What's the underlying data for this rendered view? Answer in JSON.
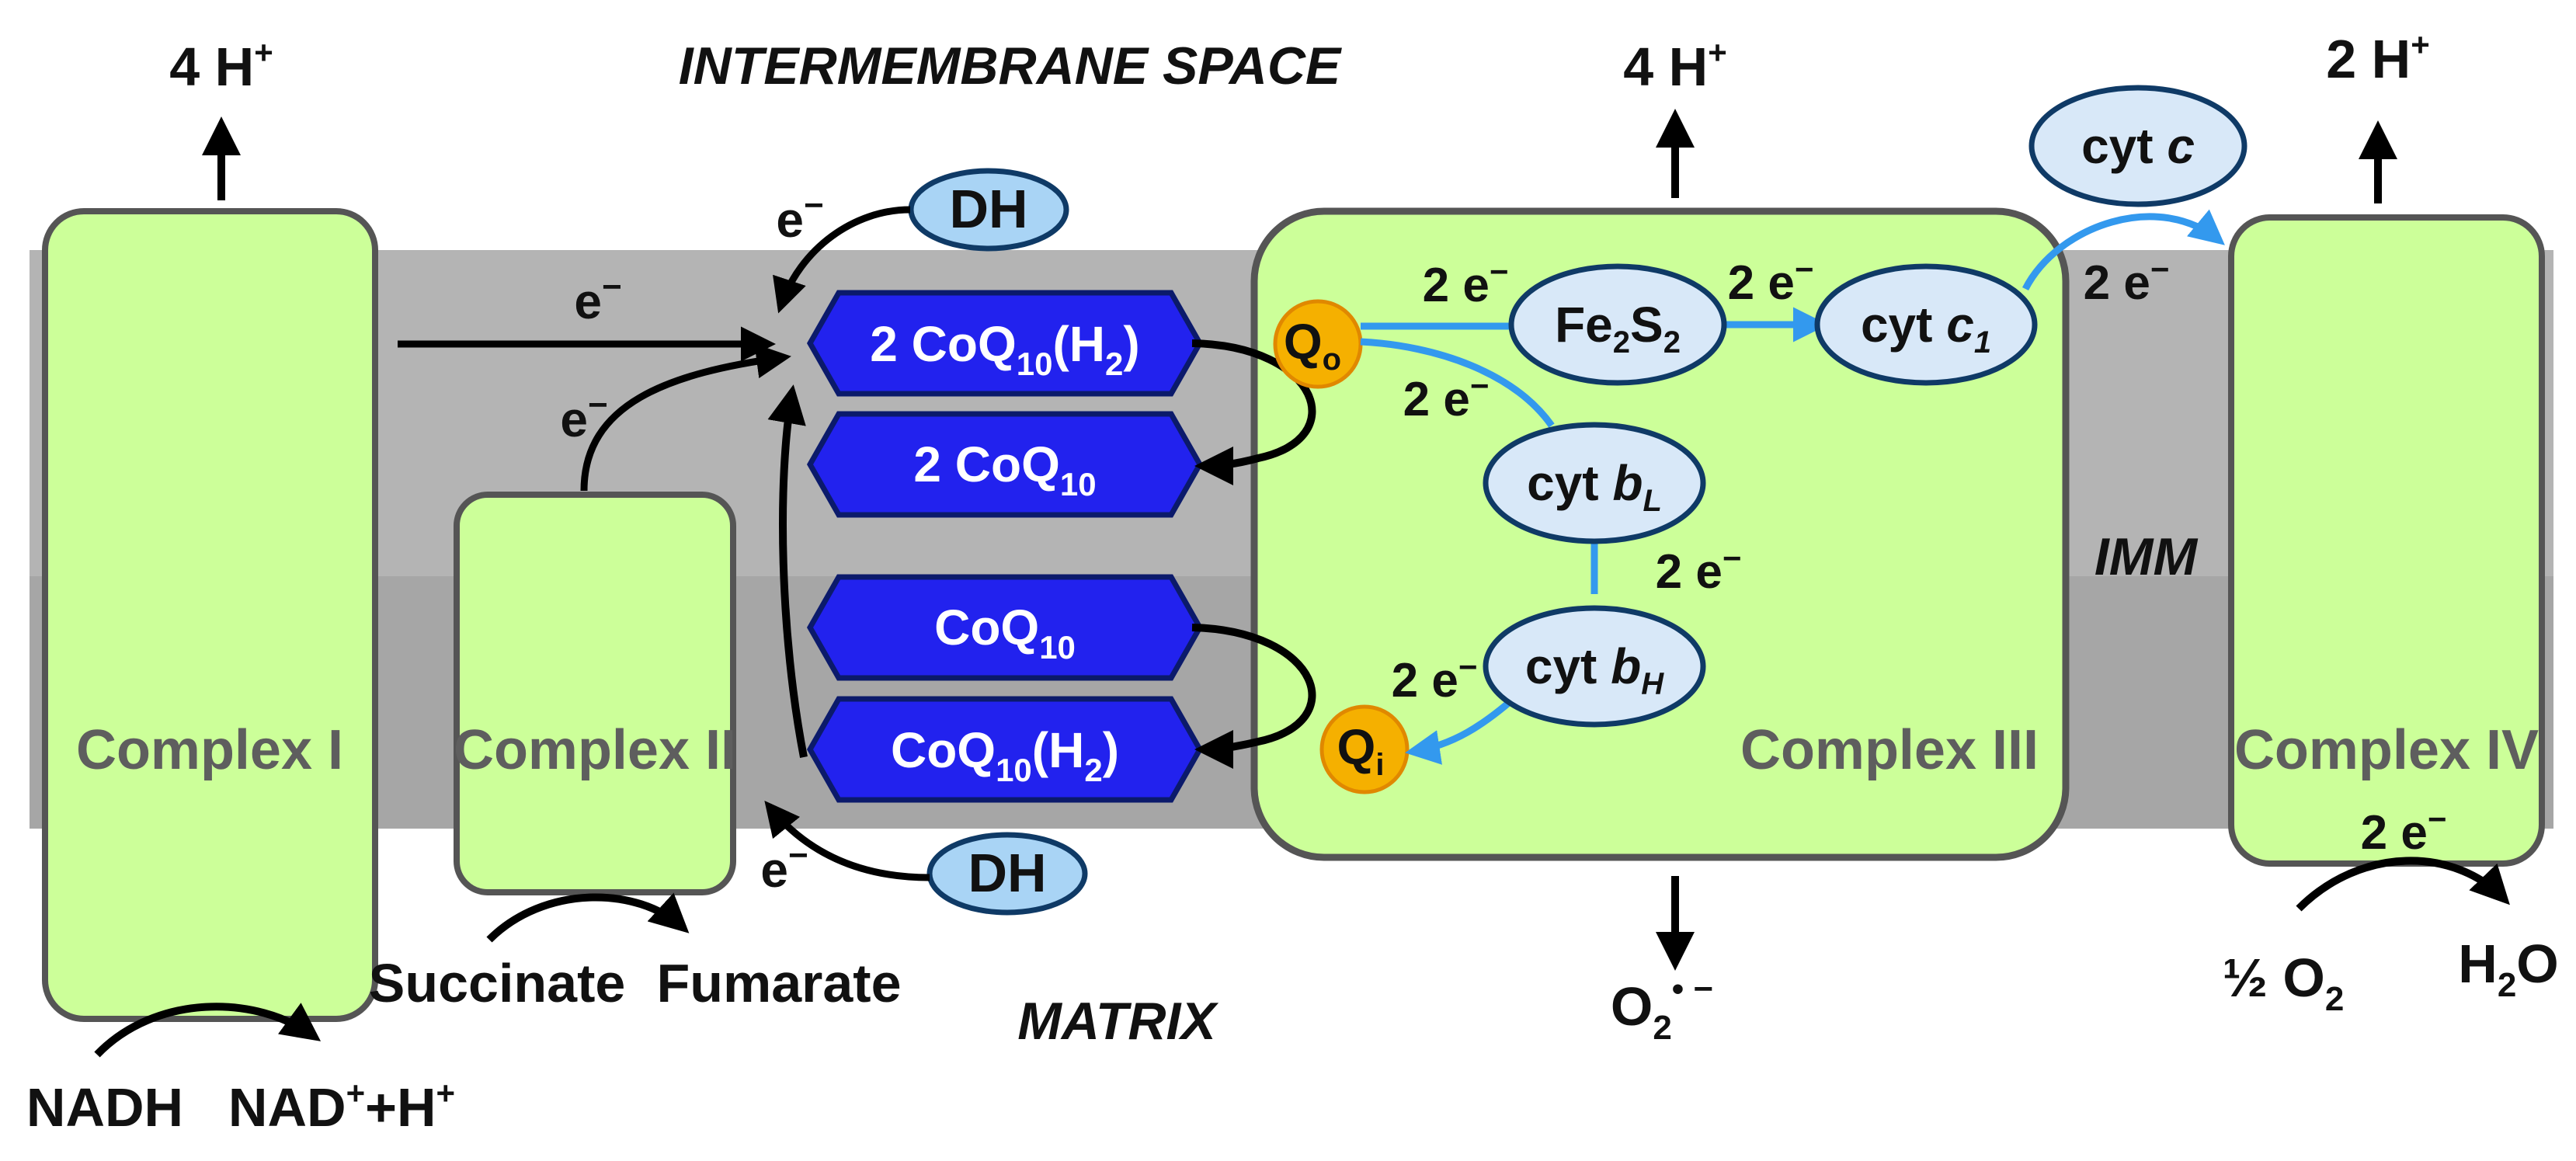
{
  "regions": {
    "intermembrane": "INTERMEMBRANE SPACE",
    "matrix": "MATRIX",
    "imm": "IMM"
  },
  "complexes": {
    "c1": "Complex I",
    "c2": "Complex II",
    "c3": "Complex III",
    "c4": "Complex IV"
  },
  "protons": {
    "c1": "4 H",
    "c3": "4 H",
    "c4": "2 H",
    "plus": "+"
  },
  "electron": {
    "e": "e",
    "minus": "−",
    "two": "2 e"
  },
  "dh": "DH",
  "quinones": {
    "q1": {
      "pre": "2 CoQ",
      "sub": "10",
      "mid": "(H",
      "sub2": "2",
      "post": ")"
    },
    "q2": {
      "pre": "2 CoQ",
      "sub": "10"
    },
    "q3": {
      "pre": "CoQ",
      "sub": "10"
    },
    "q4": {
      "pre": "CoQ",
      "sub": "10",
      "mid": "(H",
      "sub2": "2",
      "post": ")"
    }
  },
  "sites": {
    "qo": {
      "main": "Q",
      "sub": "o"
    },
    "qi": {
      "main": "Q",
      "sub": "i"
    }
  },
  "carriers": {
    "fes": {
      "a": "Fe",
      "a_sub": "2",
      "b": "S",
      "b_sub": "2"
    },
    "cytc1": {
      "pre": "cyt ",
      "it": "c",
      "sub": "1"
    },
    "cytbl": {
      "pre": "cyt ",
      "it": "b",
      "sub": "L"
    },
    "cytbh": {
      "pre": "cyt ",
      "it": "b",
      "sub": "H"
    },
    "cytc": {
      "pre": "cyt ",
      "it": "c"
    }
  },
  "substrates": {
    "nadh": "NADH",
    "nad": {
      "a": "NAD",
      "sup": "+",
      "b": "+H",
      "sup2": "+"
    },
    "succinate": "Succinate",
    "fumarate": "Fumarate",
    "o2half": {
      "a": "½ O",
      "sub": "2"
    },
    "h2o": {
      "a": "H",
      "sub": "2",
      "b": "O"
    },
    "superoxide": {
      "a": "O",
      "sub": "2",
      "sup": "• −"
    }
  },
  "colors": {
    "membrane": "#a6a6a6",
    "membrane_band": "#b8b8b8",
    "complex_fill": "#ccff99",
    "complex_stroke": "#555555",
    "quinone_fill": "#2222ee",
    "quinone_stroke": "#0b1a6b",
    "carrier_fill": "#d8e8f8",
    "carrier_stroke": "#0f3a66",
    "dh_fill": "#a9d4f5",
    "site_fill": "#f5b000",
    "blue_arrow": "#3399ee"
  }
}
